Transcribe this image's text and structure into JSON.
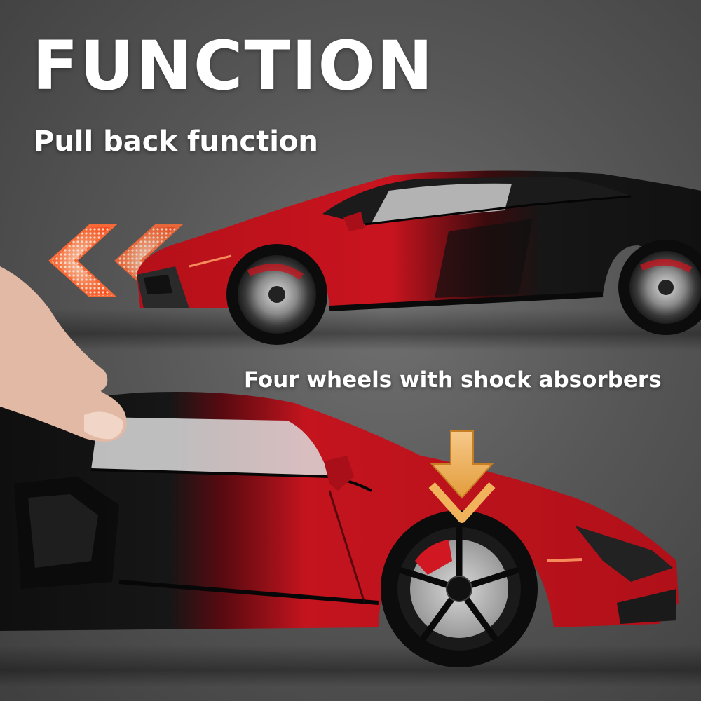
{
  "headline": "FUNCTION",
  "features": {
    "pull_back": "Pull back function",
    "shock_absorbers": "Four wheels with shock absorbers"
  },
  "icons": {
    "pull_back_arrows": "chevron-left-arrows-icon",
    "shock_arrow": "arrow-down-icon"
  },
  "colors": {
    "text": "#ffffff",
    "car_red": "#c4141e",
    "car_black": "#151515",
    "arrow_glow": "#ff5a2a",
    "arrow_gold": "#f0b25a",
    "background": "#5a5a5a"
  }
}
